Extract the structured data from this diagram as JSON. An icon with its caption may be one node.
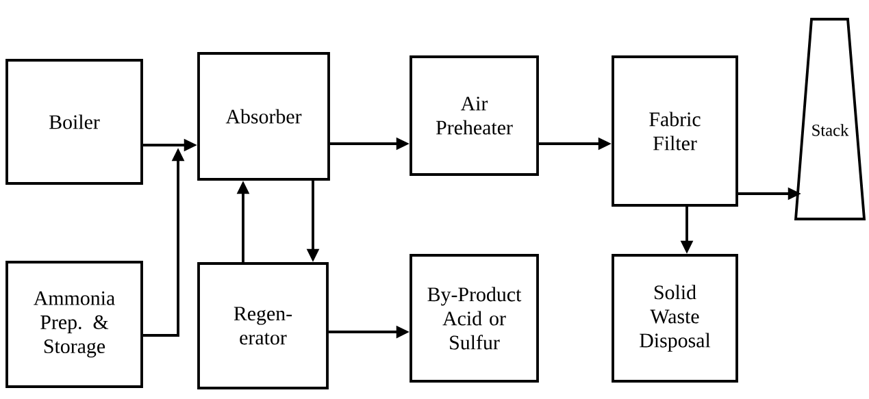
{
  "diagram": {
    "nodes": [
      {
        "text": [
          "Boiler"
        ]
      },
      {
        "text": [
          "Absorber"
        ]
      },
      {
        "text": [
          "Air Preheater"
        ]
      },
      {
        "text": [
          "Fabric Filter"
        ]
      },
      {
        "text": [
          "Stack"
        ]
      },
      {
        "text": [
          "Ammonia Prep. & Storage"
        ]
      },
      {
        "text": [
          "Regen- erator"
        ]
      },
      {
        "text": [
          "By-Product Acid or Sulfur"
        ]
      },
      {
        "text": [
          "Solid Waste Disposal"
        ]
      }
    ],
    "edges": [
      {
        "from": 0,
        "to": 1,
        "arrow": "to"
      },
      {
        "from": 5,
        "to": 1,
        "arrow": "to"
      },
      {
        "from": 1,
        "to": 2,
        "arrow": "to"
      },
      {
        "from": 2,
        "to": 3,
        "arrow": "to"
      },
      {
        "from": 3,
        "to": 4,
        "arrow": "to"
      },
      {
        "from": 1,
        "to": 6,
        "arrow": "to"
      },
      {
        "from": 6,
        "to": 1,
        "arrow": "to"
      },
      {
        "from": 6,
        "to": 7,
        "arrow": "to"
      },
      {
        "from": 3,
        "to": 8,
        "arrow": "to"
      }
    ]
  }
}
